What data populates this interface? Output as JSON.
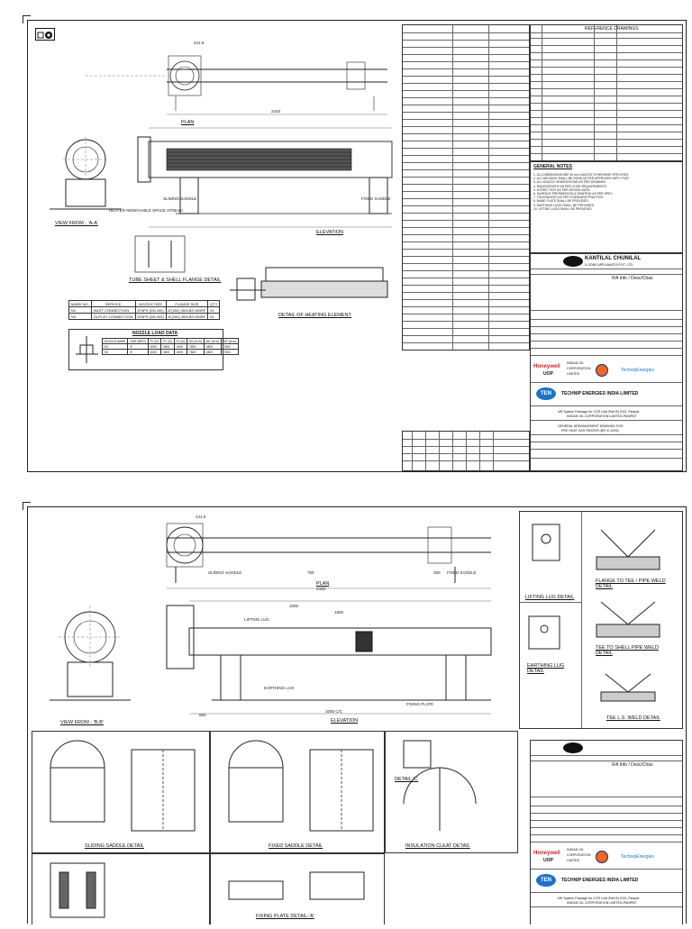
{
  "sheet1": {
    "icon": "projection-symbol-icon",
    "captions": {
      "plan": "PLAN",
      "elevation": "ELEVATION",
      "view_a": "VIEW FROM - 'A-A'",
      "tube_sheet": "TUBE SHEET & SHELL FLANGE DETAIL",
      "heating_element": "DETAIL OF HEATING ELEMENT"
    },
    "labels": {
      "dim_top": "241.5",
      "heater_removable": "HEATER REMOVABLE SPACE 2700mm",
      "sliding_saddle": "SLIDING SADDLE",
      "fixed_saddle": "FIXED SADDLE",
      "dim_2433": "2433"
    },
    "nozzle_table": {
      "headers": [
        "MARK NO.",
        "SERVICE",
        "NOZZLE SIZE",
        "FLANGE SIZE",
        "QTY"
      ],
      "rows": [
        [
          "N1",
          "INLET CONNECTION",
          "8\"NPS (DN 200)",
          "8\"(200) 300LBS WNRF",
          "01"
        ],
        [
          "N2",
          "OUTLET CONNECTION",
          "8\"NPS (DN 200)",
          "8\"(200) 300LBS WNRF",
          "01"
        ]
      ]
    },
    "load_table": {
      "title": "NOZZLE LOAD DATA",
      "headers": [
        "NOZZLE MARK",
        "SIZE (NPS)",
        "FL (N)",
        "FC (N)",
        "FL (N)",
        "ML (N-m)",
        "MC (N-m)",
        "MT (N-m)"
      ],
      "rows": [
        [
          "N1",
          "8\"",
          "4000",
          "4000",
          "4000",
          "7600",
          "4800",
          "7600"
        ],
        [
          "N2",
          "8\"",
          "4000",
          "4000",
          "4000",
          "7600",
          "4800",
          "7600"
        ]
      ]
    },
    "reference_drawings": "REFERENCE DRAWINGS",
    "general_notes": "GENERAL NOTES",
    "notes_text": "1. ALL DIMENSIONS ARE IN mm UNLESS OTHERWISE SPECIFIED.\n2. ALL WELDING SHALL BE DONE AS PER APPROVED WPS / PQR.\n3. ALL NOZZLE ORIENTATIONS AS PER DRAWING.\n4. RADIOGRAPHY AS PER CODE REQUIREMENTS.\n5. HYDRO TEST AS PER DESIGN DATA.\n6. SURFACE PREPARATION & PAINTING AS PER SPEC.\n7. TOLERANCES AS PER STANDARD PRACTICE.\n8. NAME PLATE SHALL BE PROVIDED.\n9. EARTHING LUGS SHALL BE PROVIDED.\n10. LIFTING LUGS SHALL BE PROVIDED.",
    "vendor": "KANTILAL CHUNILAL",
    "vendor_sub": "& SONS APPLIANCES PVT. LTD.",
    "licensor": "Honeywell",
    "licensor_sub": "UOP",
    "client": "INDIAN OIL CORPORATION LIMITED",
    "consultant": "TechnipEnergies",
    "contractor": "TECHNIP ENERGIES INDIA LIMITED",
    "ten": "TEN",
    "project_title": "NR System Package for CCR Unit (Part B) IOCL Panipat",
    "project_sub": "INDIAN OIL CORPORATION LIMITED-PANIPAT",
    "doc_title": "GENERAL ARRANGEMENT DRAWING FOR",
    "doc_title2": "PRE HEAT GAS HEATER (807-E-2005)",
    "status": "IFA Info / Desc/Chas"
  },
  "sheet2": {
    "captions": {
      "plan": "PLAN",
      "elevation": "ELEVATION",
      "view_b": "VIEW FROM - 'B-B'",
      "lifting_lug": "LIFTING LUG DETAIL",
      "earthing_lug": "EARTHING LUG DETAIL",
      "flange_tee": "FLANGE TO TEE / PIPE WELD DETAIL",
      "tee_shell": "TEE TO SHELL PIPE WELD DETAIL",
      "tee_ls": "TEE L.S. WELD DETAIL",
      "sliding_saddle": "SLIDING SADDLE DETAIL",
      "fixed_saddle": "FIXED SADDLE DETAIL",
      "insulation_cleat": "INSULATION CLEAT DETAIL",
      "detail_c": "DETAIL 'C'",
      "fixing_plate": "FIXING PLATE DETAIL-'A'"
    },
    "labels": {
      "dim_top": "241.5",
      "dim_750": "750",
      "dim_350": "350",
      "dim_2433": "2433",
      "dim_1000": "1000",
      "dim_1600": "1600",
      "dim_850": "850",
      "dim_1000cc": "1000 C/C",
      "sliding": "SLIDING SADDLE",
      "fixed": "FIXED SADDLE",
      "earthing": "EARTHING LUG",
      "lifting": "LIFTING LUG",
      "fixing_plate": "FIXING PLATE"
    },
    "client": "INDIAN OIL CORPORATION LIMITED",
    "contractor": "TECHNIP ENERGIES INDIA LIMITED",
    "licensor": "Honeywell",
    "licensor_sub": "UOP",
    "consultant": "TechnipEnergies",
    "ten": "TEN",
    "project_title": "NR System Package for CCR Unit (Part B) IOCL Panipat",
    "project_sub": "INDIAN OIL CORPORATION LIMITED-PANIPAT",
    "status": "IFA Info / Desc/Chas"
  }
}
